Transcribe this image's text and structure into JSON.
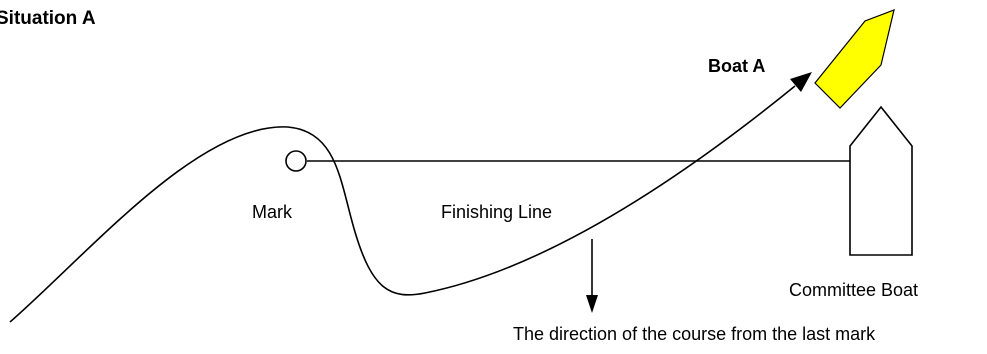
{
  "title": "Situation A",
  "labels": {
    "boat_a": "Boat A",
    "mark": "Mark",
    "finishing_line": "Finishing Line",
    "committee_boat": "Committee Boat",
    "course_direction": "The direction of the course from the last mark"
  },
  "colors": {
    "boat_a_fill": "#ffff00",
    "ink": "#000000",
    "background": "#ffffff"
  },
  "icons": {
    "boat_a": "yellow-boat-icon",
    "mark": "mark-buoy-icon",
    "committee_boat": "committee-boat-icon",
    "course_arrow": "down-arrow-icon",
    "track_arrow": "track-arrowhead-icon"
  }
}
